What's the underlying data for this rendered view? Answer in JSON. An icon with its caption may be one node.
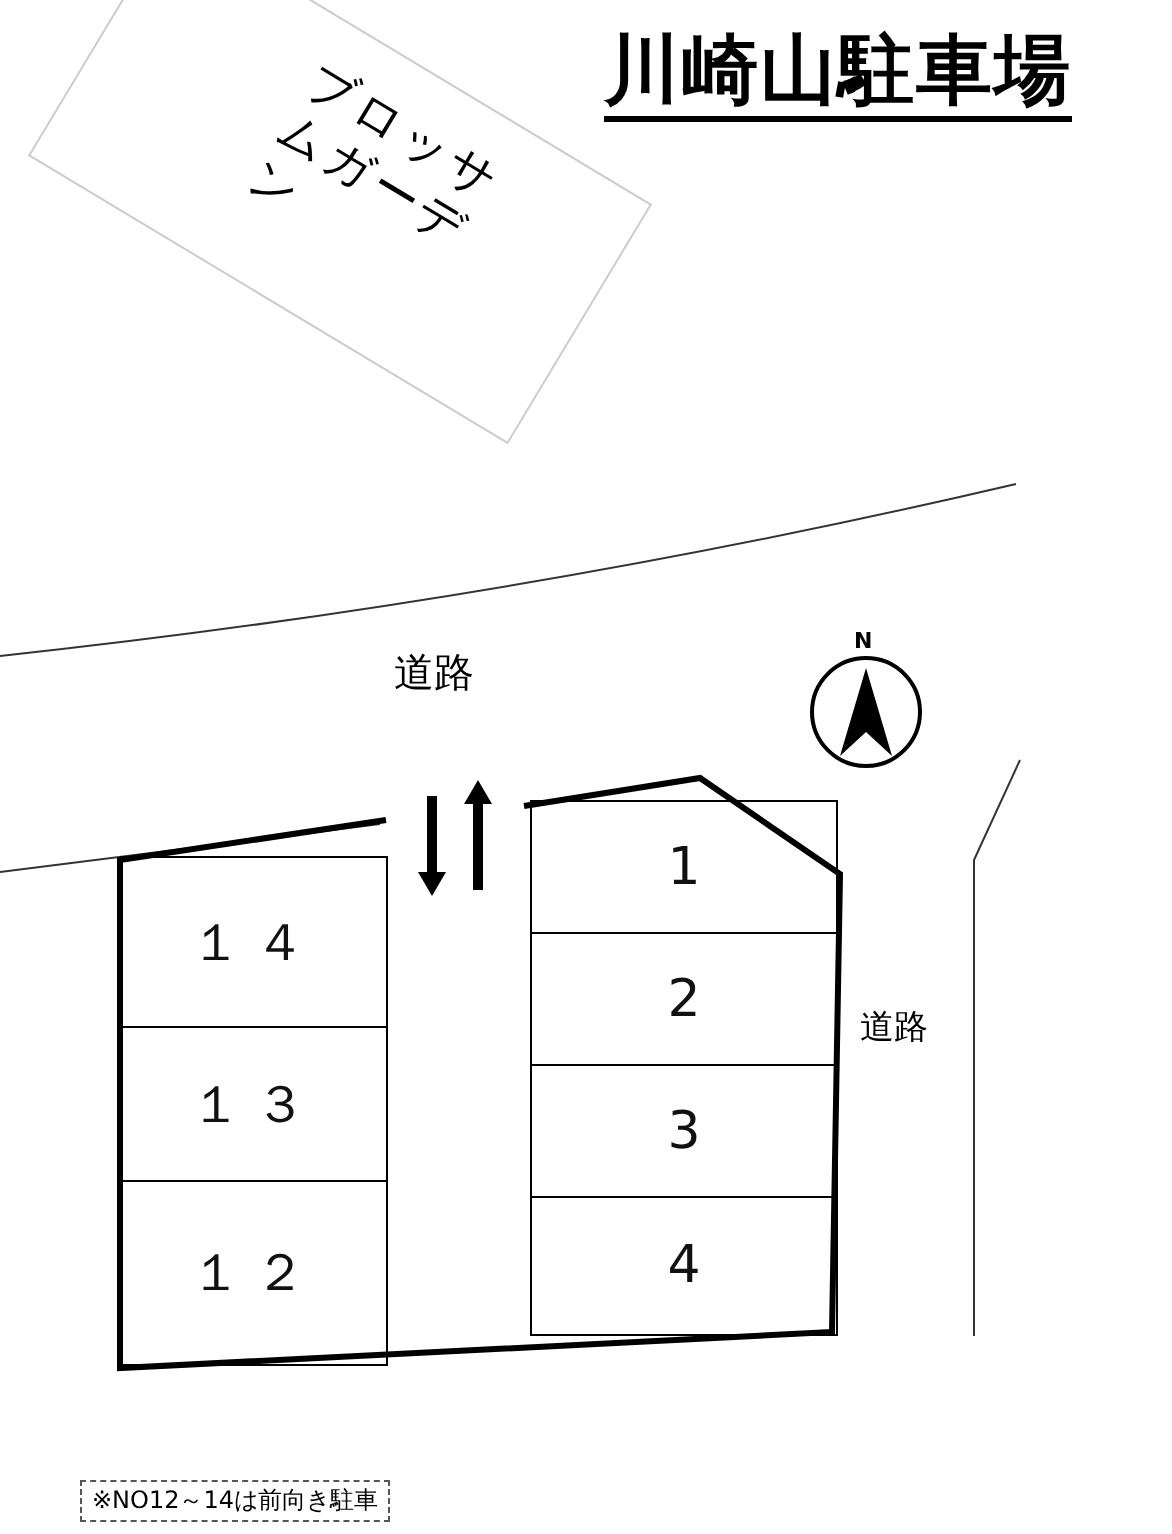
{
  "diagram": {
    "title": "川崎山駐車場",
    "nodes": [
      {
        "text": [
          "ブロッサムガーデン"
        ]
      },
      {
        "text": [
          "１４"
        ]
      },
      {
        "text": [
          "１３"
        ]
      },
      {
        "text": [
          "１２"
        ]
      },
      {
        "text": [
          "1"
        ]
      },
      {
        "text": [
          "2"
        ]
      },
      {
        "text": [
          "3"
        ]
      },
      {
        "text": [
          "4"
        ]
      }
    ],
    "edges": [],
    "labels": [
      "道路",
      "N",
      "道路",
      "※NO12～14は前向き駐車"
    ]
  }
}
